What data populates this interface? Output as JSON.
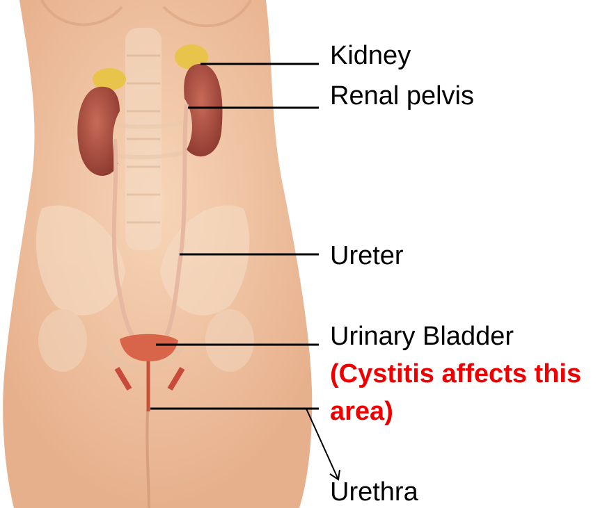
{
  "labels": {
    "kidney": "Kidney",
    "renal_pelvis": "Renal pelvis",
    "ureter": "Ureter",
    "urinary_bladder": "Urinary Bladder",
    "cystitis_note_line1": "(Cystitis affects this",
    "cystitis_note_line2": "area)",
    "urethra": "Urethra"
  },
  "colors": {
    "skin": "#f2c7a4",
    "kidney": "#a8463a",
    "adrenal": "#e8c44a",
    "note": "#ee0000",
    "leader": "#000000"
  }
}
